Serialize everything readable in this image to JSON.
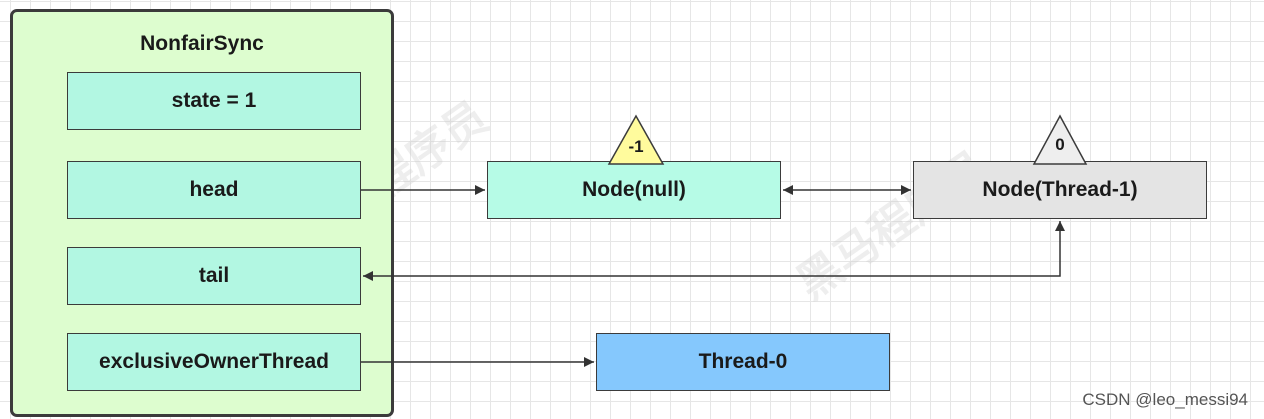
{
  "container": {
    "title": "NonfairSync"
  },
  "fields": {
    "state": "state = 1",
    "head": "head",
    "tail": "tail",
    "exclusive_owner_thread": "exclusiveOwnerThread"
  },
  "nodes": {
    "node_null": {
      "label": "Node(null)",
      "wait_status": "-1"
    },
    "node_thread1": {
      "label": "Node(Thread-1)",
      "wait_status": "0"
    },
    "thread0": {
      "label": "Thread-0"
    }
  },
  "colors": {
    "container_fill": "#ddfdcf",
    "field_fill": "#b2f7e2",
    "node_null_fill": "#b6fbe6",
    "node_thread1_fill": "#e4e4e4",
    "thread0_fill": "#85c8fd",
    "triangle_minus1_fill": "#fffb9d",
    "triangle_0_fill": "#eeeeee"
  },
  "watermark": {
    "text": "黑马程序员"
  },
  "credit": "CSDN @leo_messi94"
}
